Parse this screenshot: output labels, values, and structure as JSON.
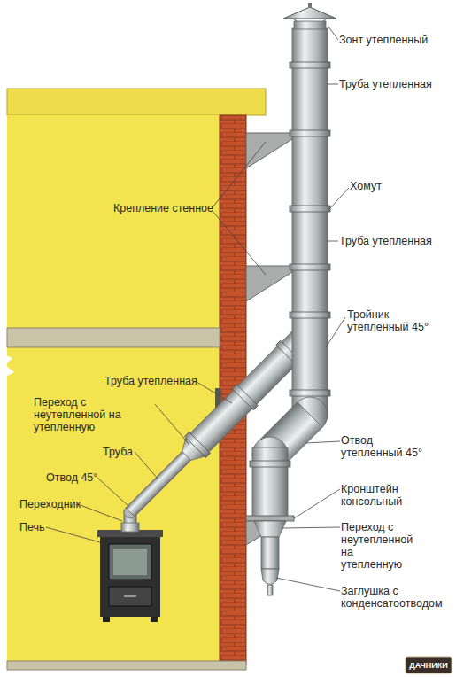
{
  "diagram": {
    "labels": [
      "Зонт утепленный",
      "Труба утепленная",
      "Крепление стенное",
      "Хомут",
      "Труба утепленная",
      "Тройник утепленный 45°",
      "Труба утепленная",
      "Переход с неутепленной на утепленную",
      "Труба",
      "Отвод 45°",
      "Отвод утепленный 45°",
      "Переходник",
      "Кронштейн консольный",
      "Печь",
      "Переход с неутепленной на утепленную",
      "Заглушка с конденсатоотводом",
      "ДАЧНИКИ"
    ]
  }
}
